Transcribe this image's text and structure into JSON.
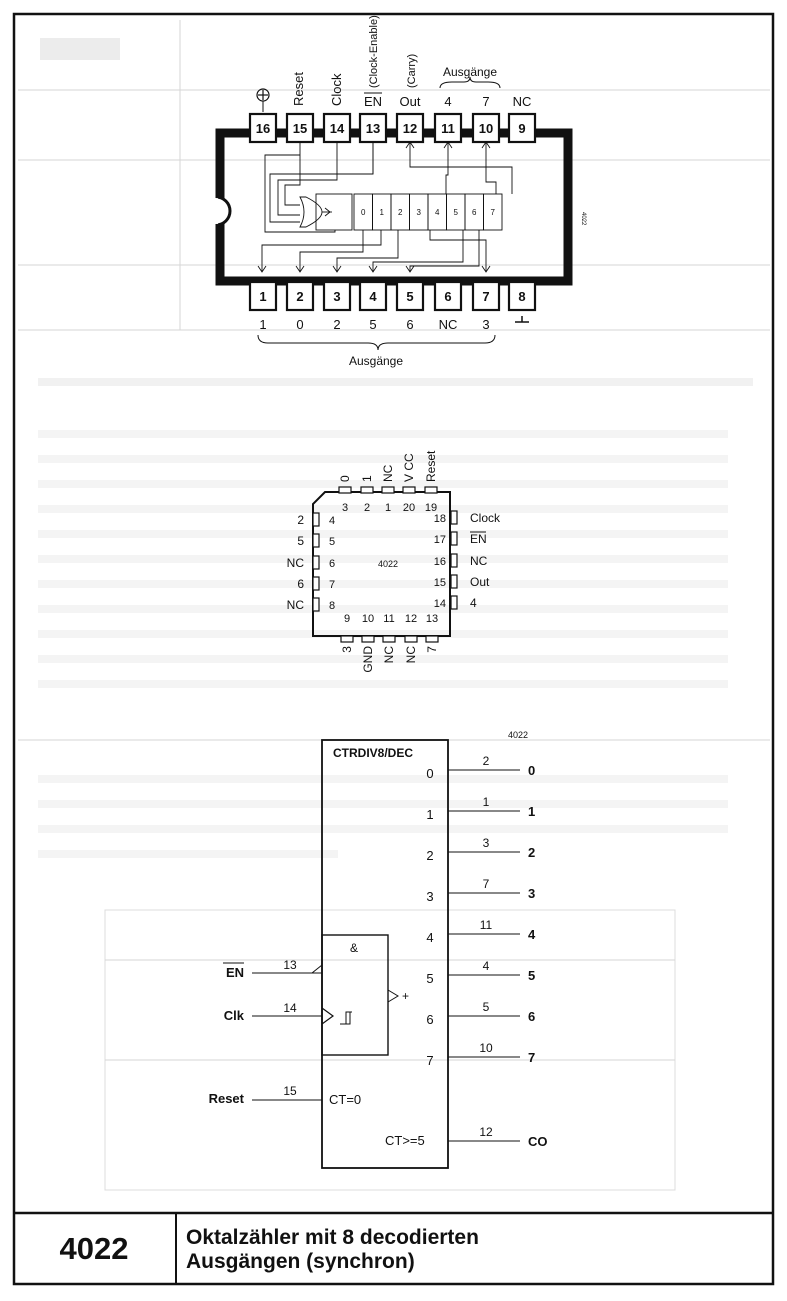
{
  "footer": {
    "part_number": "4022",
    "title_line1": "Oktalzähler mit 8 decodierten",
    "title_line2": "Ausgängen (synchron)"
  },
  "dip": {
    "top_labels": [
      {
        "pin": "16",
        "label": "⊕"
      },
      {
        "pin": "15",
        "label": "Reset"
      },
      {
        "pin": "14",
        "label": "Clock"
      },
      {
        "pin": "13",
        "label": "EN",
        "note": "(Clock-Enable)"
      },
      {
        "pin": "12",
        "label": "Out",
        "note": "(Carry)"
      },
      {
        "pin": "11",
        "label": "4"
      },
      {
        "pin": "10",
        "label": "7"
      },
      {
        "pin": "9",
        "label": "NC"
      }
    ],
    "top_group_label": "Ausgänge",
    "bottom_labels": [
      {
        "pin": "1",
        "label": "1"
      },
      {
        "pin": "2",
        "label": "0"
      },
      {
        "pin": "3",
        "label": "2"
      },
      {
        "pin": "4",
        "label": "5"
      },
      {
        "pin": "5",
        "label": "6"
      },
      {
        "pin": "6",
        "label": "NC"
      },
      {
        "pin": "7",
        "label": "3"
      },
      {
        "pin": "8",
        "label": "⊥"
      }
    ],
    "bottom_group_label": "Ausgänge",
    "counter_cells": [
      "0",
      "1",
      "2",
      "3",
      "4",
      "5",
      "6",
      "7"
    ],
    "chip_label": "4022"
  },
  "plcc": {
    "chip_label": "4022",
    "top": [
      {
        "num": "3",
        "label": "0"
      },
      {
        "num": "2",
        "label": "1"
      },
      {
        "num": "1",
        "label": "NC"
      },
      {
        "num": "20",
        "label": "V CC"
      },
      {
        "num": "19",
        "label": "Reset"
      }
    ],
    "left": [
      {
        "num": "4",
        "label": "2"
      },
      {
        "num": "5",
        "label": "5"
      },
      {
        "num": "6",
        "label": "NC"
      },
      {
        "num": "7",
        "label": "6"
      },
      {
        "num": "8",
        "label": "NC"
      }
    ],
    "right": [
      {
        "num": "18",
        "label": "Clock"
      },
      {
        "num": "17",
        "label": "EN"
      },
      {
        "num": "16",
        "label": "NC"
      },
      {
        "num": "15",
        "label": "Out"
      },
      {
        "num": "14",
        "label": "4"
      }
    ],
    "bottom": [
      {
        "num": "9",
        "label": "3"
      },
      {
        "num": "10",
        "label": "GND"
      },
      {
        "num": "11",
        "label": "NC"
      },
      {
        "num": "12",
        "label": "NC"
      },
      {
        "num": "13",
        "label": "7"
      }
    ]
  },
  "logic": {
    "chip_label": "4022",
    "block_title": "CTRDIV8/DEC",
    "and_symbol": "&",
    "plus_symbol": "+",
    "inputs": [
      {
        "name": "EN",
        "pin": "13"
      },
      {
        "name": "Clk",
        "pin": "14"
      },
      {
        "name": "Reset",
        "pin": "15",
        "inner": "CT=0"
      }
    ],
    "outputs": [
      {
        "inner": "0",
        "pin": "2",
        "name": "0"
      },
      {
        "inner": "1",
        "pin": "1",
        "name": "1"
      },
      {
        "inner": "2",
        "pin": "3",
        "name": "2"
      },
      {
        "inner": "3",
        "pin": "7",
        "name": "3"
      },
      {
        "inner": "4",
        "pin": "11",
        "name": "4"
      },
      {
        "inner": "5",
        "pin": "4",
        "name": "5"
      },
      {
        "inner": "6",
        "pin": "5",
        "name": "6"
      },
      {
        "inner": "7",
        "pin": "10",
        "name": "7"
      },
      {
        "inner": "CT>=5",
        "pin": "12",
        "name": "CO"
      }
    ]
  }
}
